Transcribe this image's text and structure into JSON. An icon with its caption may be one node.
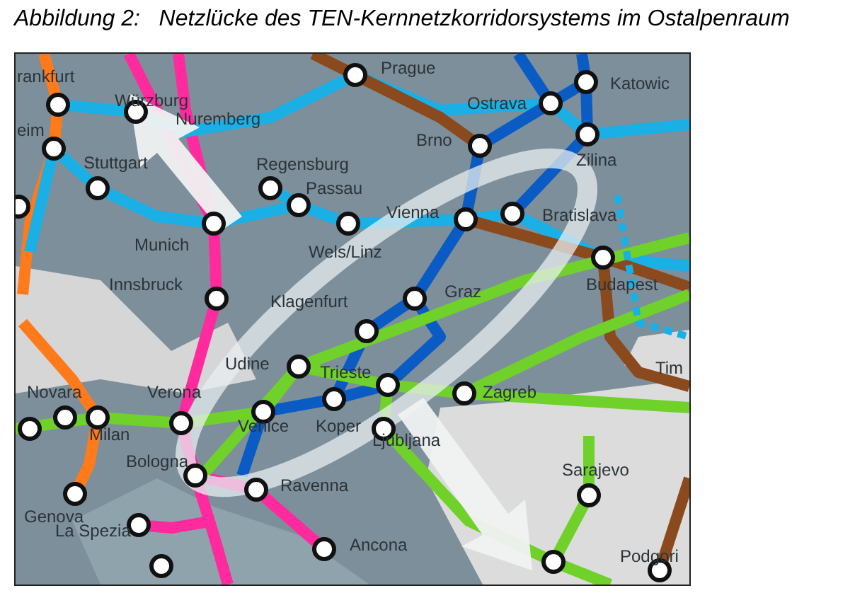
{
  "diagram": {
    "title": "Abbildung 2:   Netzlücke des TEN-Kernnetzkorridorsystems im Ostalpenraum",
    "labels": [
      "rankfurt",
      "Würzburg",
      "Prague",
      "Ostrava",
      "Katowic",
      "eim",
      "Nuremberg",
      "Zilina",
      "Stuttgart",
      "Brno",
      "Regensburg",
      "Passau",
      "Vienna",
      "Bratislava",
      "Munich",
      "Wels/Linz",
      "Budapest",
      "Innsbruck",
      "Klagenfurt",
      "Graz",
      "Tim",
      "Udine",
      "Trieste",
      "Novara",
      "Verona",
      "Ljubljana",
      "Zagreb",
      "Milan",
      "Venice",
      "Koper",
      "Bologna",
      "Genova",
      "Ravenna",
      "Sarajevo",
      "La Spezia",
      "Ancona",
      "Podgori"
    ]
  }
}
